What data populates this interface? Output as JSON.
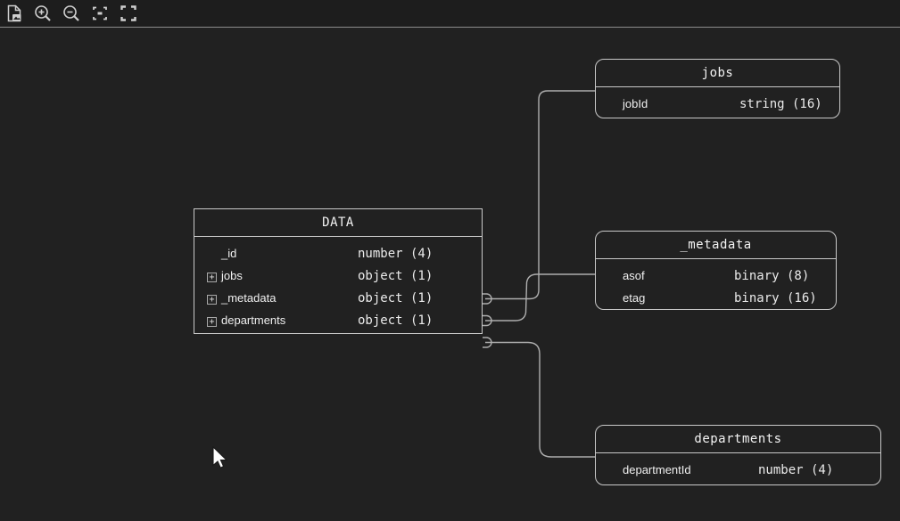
{
  "toolbar": {
    "buttons": [
      {
        "icon": "export-image-icon",
        "name": "export-image"
      },
      {
        "icon": "zoom-in-icon",
        "name": "zoom-in"
      },
      {
        "icon": "zoom-out-icon",
        "name": "zoom-out"
      },
      {
        "icon": "zoom-to-fit-icon",
        "name": "zoom-to-fit"
      },
      {
        "icon": "actual-size-icon",
        "name": "actual-size"
      }
    ]
  },
  "colors": {
    "background": "#212121",
    "toolbar_separator": "#8c8c8c",
    "box_border": "#c9c9c9",
    "connector": "#aeaeae",
    "text": "#f0f0f0"
  },
  "tables": [
    {
      "title": "DATA",
      "shape": "square",
      "fields": [
        {
          "name": "_id",
          "type": "number (4)",
          "expandable": false
        },
        {
          "name": "jobs",
          "type": "object (1)",
          "expandable": true
        },
        {
          "name": "_metadata",
          "type": "object (1)",
          "expandable": true
        },
        {
          "name": "departments",
          "type": "object (1)",
          "expandable": true
        }
      ]
    },
    {
      "title": "jobs",
      "shape": "rounded",
      "fields": [
        {
          "name": "jobId",
          "type": "string (16)",
          "expandable": false
        }
      ]
    },
    {
      "title": "_metadata",
      "shape": "rounded",
      "fields": [
        {
          "name": "asof",
          "type": "binary (8)",
          "expandable": false
        },
        {
          "name": "etag",
          "type": "binary (16)",
          "expandable": false
        }
      ]
    },
    {
      "title": "departments",
      "shape": "rounded",
      "fields": [
        {
          "name": "departmentId",
          "type": "number (4)",
          "expandable": false
        }
      ]
    }
  ],
  "relations": [
    {
      "from": "DATA.jobs",
      "to": "jobs"
    },
    {
      "from": "DATA._metadata",
      "to": "_metadata"
    },
    {
      "from": "DATA.departments",
      "to": "departments"
    }
  ],
  "expander_glyph": "+"
}
